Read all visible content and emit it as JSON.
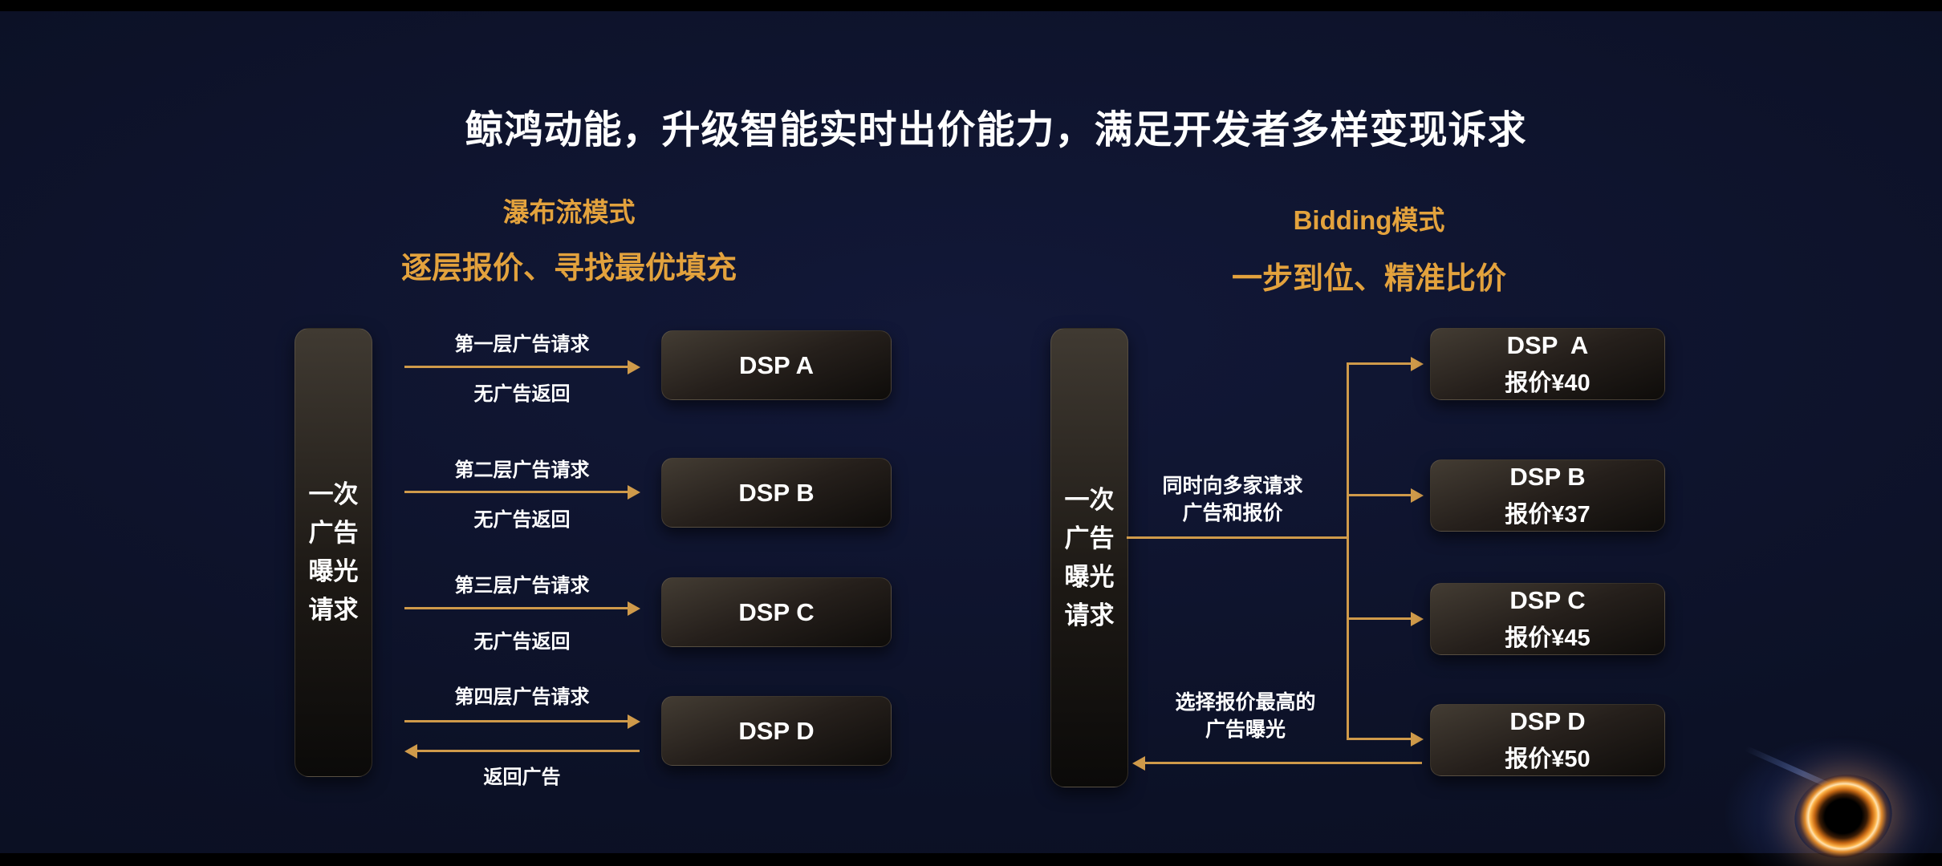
{
  "slide": {
    "title": "鲸鸿动能，升级智能实时出价能力，满足开发者多样变现诉求"
  },
  "colors": {
    "background_navy": "#0c1126",
    "accent_gold": "#cf9a4a",
    "heading_gold": "#e3a23d",
    "text_white": "#ffffff"
  },
  "waterfall": {
    "heading": "瀑布流模式",
    "subheading": "逐层报价、寻找最优填充",
    "request_box_label": "一次\n广告\n曝光\n请求",
    "tiers": [
      {
        "request_label": "第一层广告请求",
        "return_label": "无广告返回",
        "dsp_name": "DSP A"
      },
      {
        "request_label": "第二层广告请求",
        "return_label": "无广告返回",
        "dsp_name": "DSP B"
      },
      {
        "request_label": "第三层广告请求",
        "return_label": "无广告返回",
        "dsp_name": "DSP C"
      },
      {
        "request_label": "第四层广告请求",
        "return_label": "返回广告",
        "dsp_name": "DSP D"
      }
    ]
  },
  "bidding": {
    "heading": "Bidding模式",
    "subheading": "一步到位、精准比价",
    "request_box_label": "一次\n广告\n曝光\n请求",
    "request_arrow_label": "同时向多家请求\n广告和报价",
    "select_arrow_label": "选择报价最高的\n广告曝光",
    "dsps": [
      {
        "name": "DSP  A",
        "price": "报价¥40"
      },
      {
        "name": "DSP B",
        "price": "报价¥37"
      },
      {
        "name": "DSP C",
        "price": "报价¥45"
      },
      {
        "name": "DSP D",
        "price": "报价¥50"
      }
    ]
  }
}
